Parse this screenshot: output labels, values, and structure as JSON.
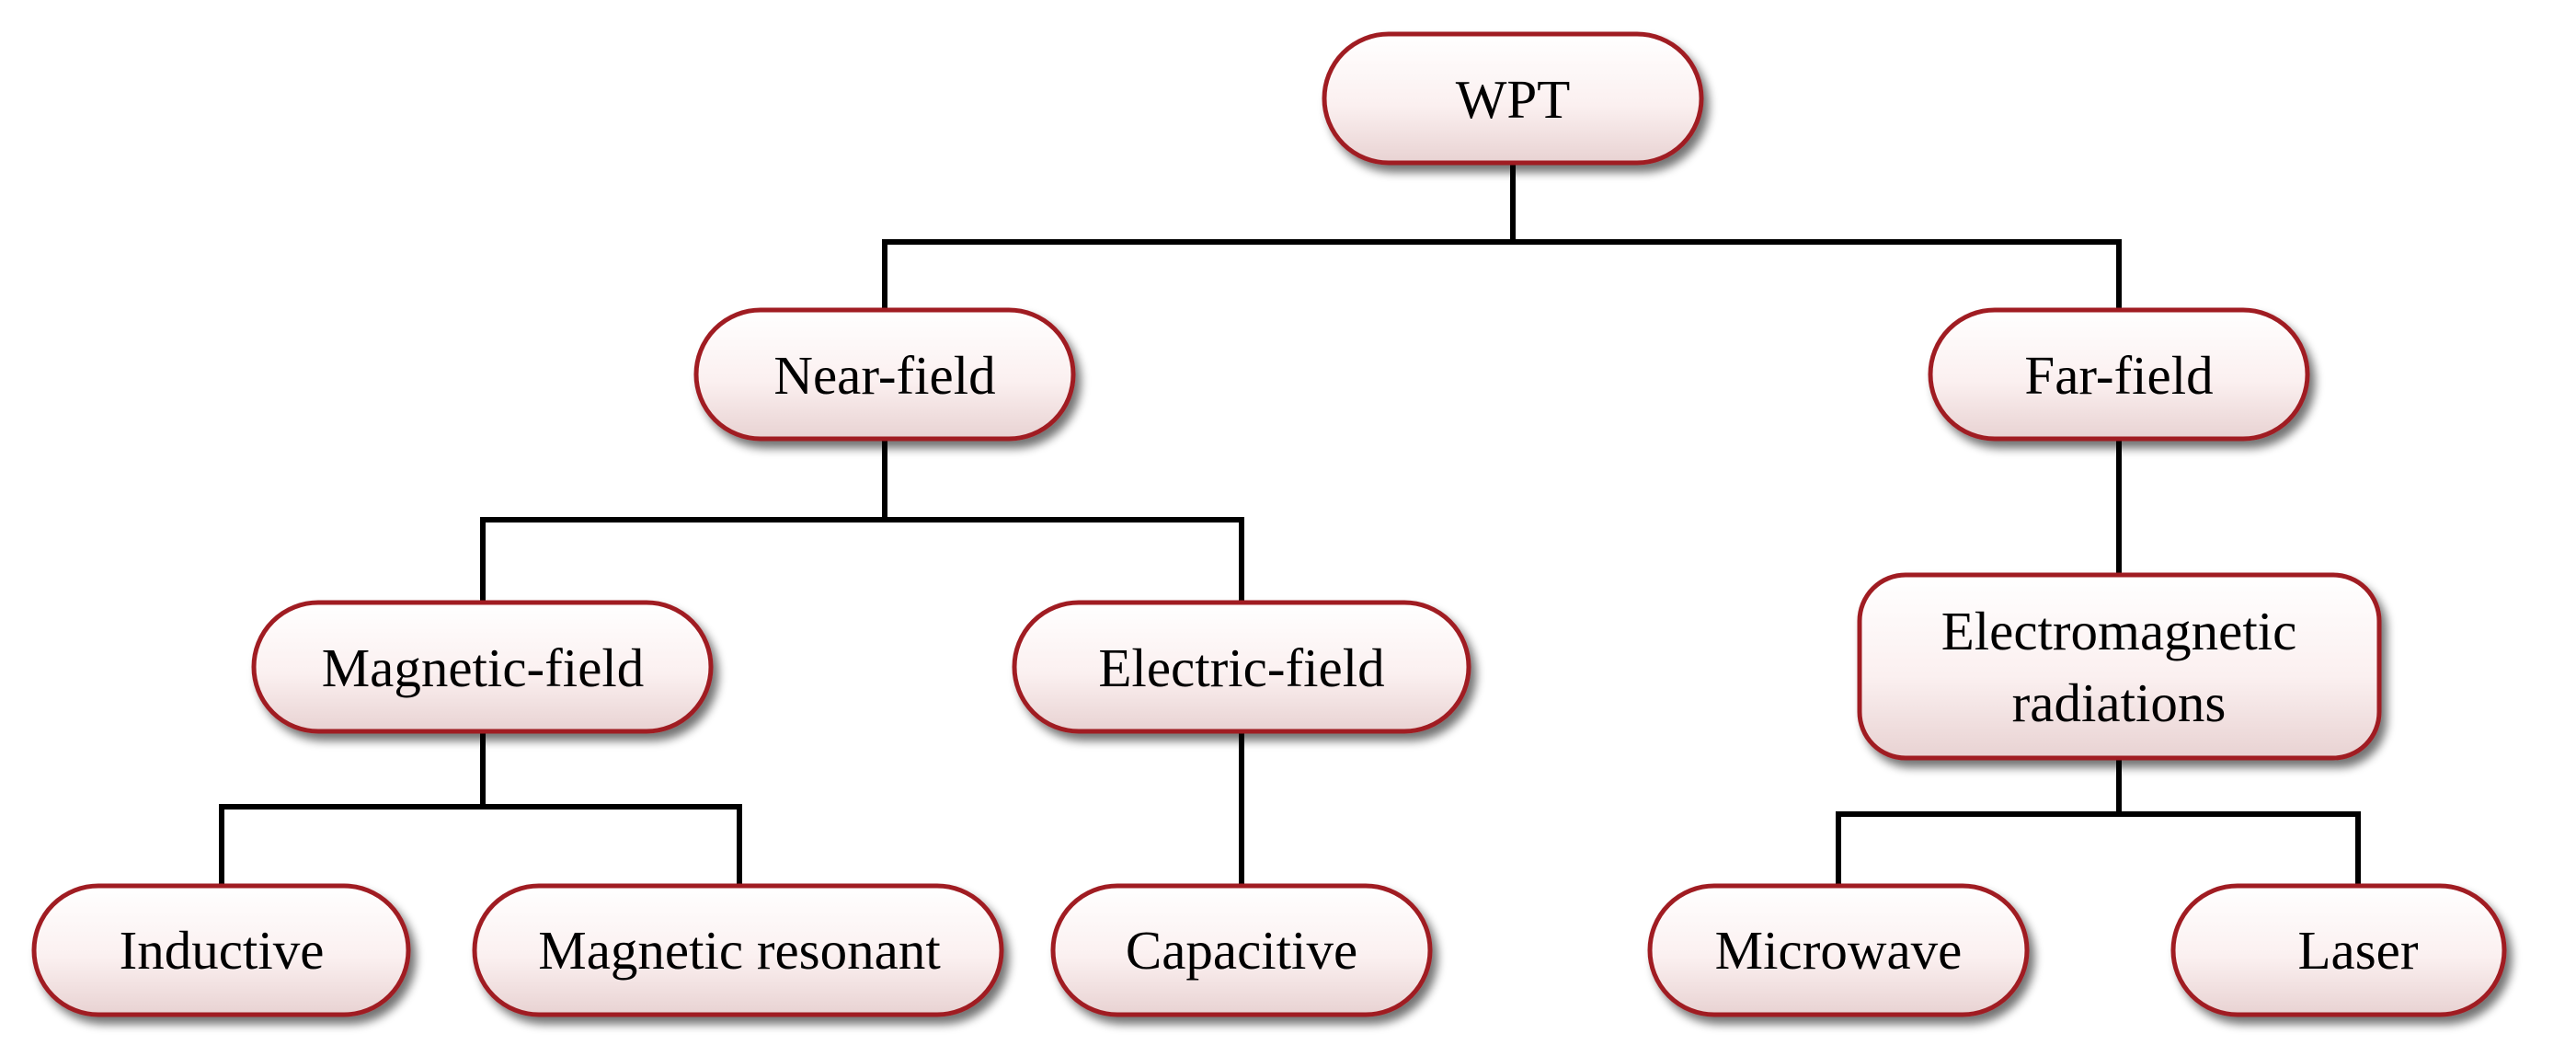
{
  "colors": {
    "node_border": "#a01e22",
    "node_fill_light": "#ffffff",
    "node_fill_mid": "#fbf0f0",
    "node_fill_dark": "#e8d2d2",
    "node_shadow": "#6b6b6b",
    "connector": "#000000"
  },
  "nodes": {
    "wpt": {
      "label": "WPT"
    },
    "near_field": {
      "label": "Near-field"
    },
    "far_field": {
      "label": "Far-field"
    },
    "magnetic_field": {
      "label": "Magnetic-field"
    },
    "electric_field": {
      "label": "Electric-field"
    },
    "em_radiations": {
      "line1": "Electromagnetic",
      "line2": "radiations"
    },
    "inductive": {
      "label": "Inductive"
    },
    "magnetic_resonant": {
      "label": "Magnetic resonant"
    },
    "capacitive": {
      "label": "Capacitive"
    },
    "microwave": {
      "label": "Microwave"
    },
    "laser": {
      "label": "Laser"
    }
  }
}
